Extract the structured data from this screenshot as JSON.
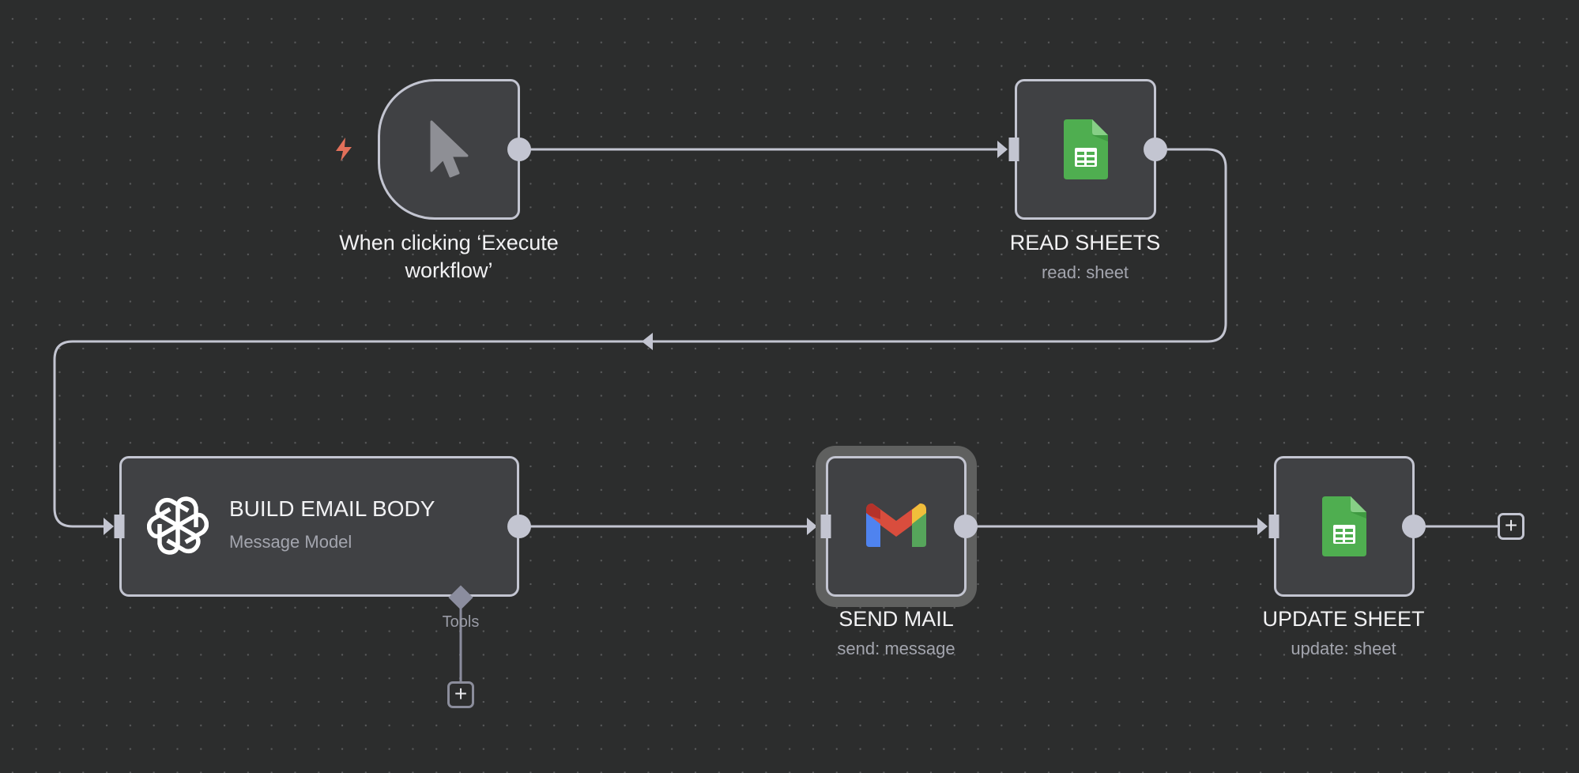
{
  "canvas": {
    "background": "#2c2d2d",
    "node_fill": "#404144",
    "edge_color": "#c3c5d1"
  },
  "nodes": {
    "trigger": {
      "title_line1": "When clicking ‘Execute",
      "title_line2": "workflow’",
      "icon": "cursor-icon",
      "badge_icon": "lightning-bolt-icon",
      "badge_color": "#e2705a"
    },
    "read_sheets": {
      "title": "READ SHEETS",
      "subtitle": "read: sheet",
      "icon": "google-sheets-icon"
    },
    "build_email": {
      "title": "BUILD EMAIL BODY",
      "subtitle": "Message Model",
      "icon": "openai-icon",
      "sub_port_label": "Tools"
    },
    "send_mail": {
      "title": "SEND MAIL",
      "subtitle": "send: message",
      "icon": "gmail-icon",
      "selected": true
    },
    "update_sheet": {
      "title": "UPDATE SHEET",
      "subtitle": "update: sheet",
      "icon": "google-sheets-icon"
    }
  },
  "buttons": {
    "add_tool": "+",
    "add_next": "+"
  },
  "connections": [
    {
      "from": "trigger",
      "to": "read_sheets"
    },
    {
      "from": "read_sheets",
      "to": "build_email"
    },
    {
      "from": "build_email",
      "to": "send_mail"
    },
    {
      "from": "send_mail",
      "to": "update_sheet"
    }
  ]
}
